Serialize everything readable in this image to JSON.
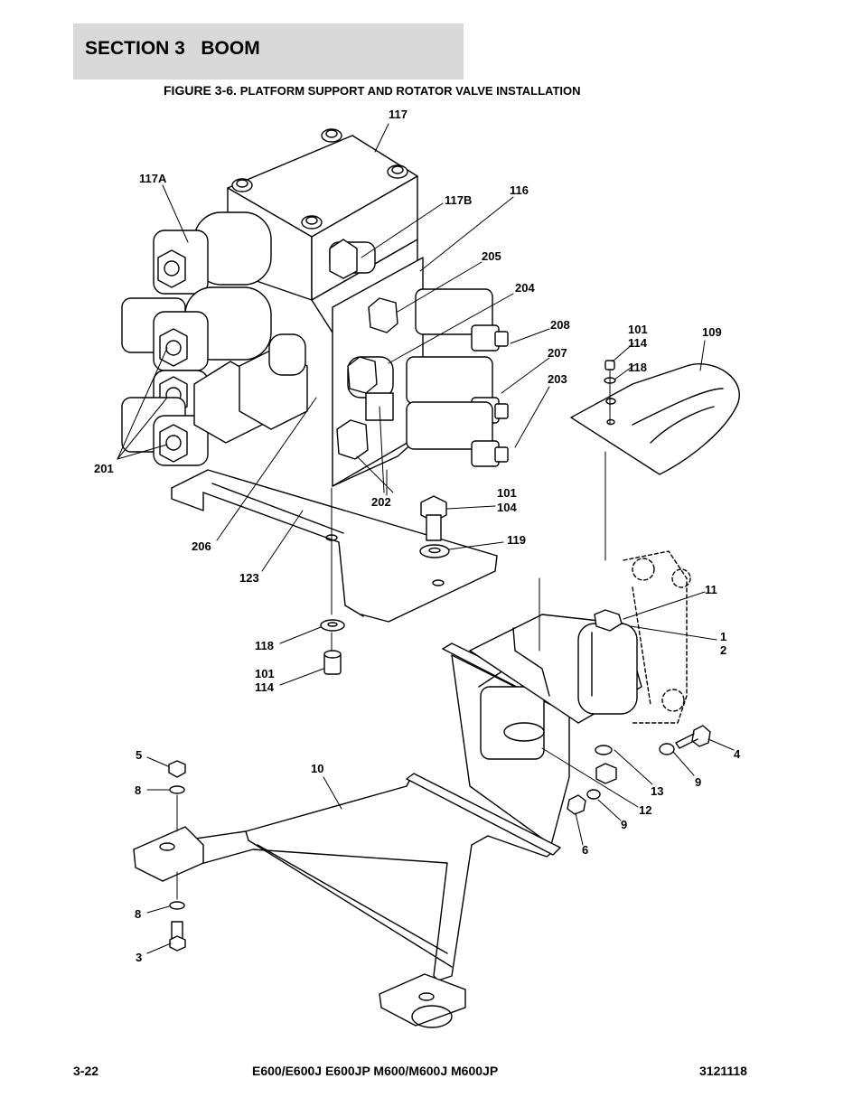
{
  "header": {
    "section": "SECTION 3",
    "title": "BOOM"
  },
  "figure": {
    "number": "FIGURE 3-6.",
    "title": "PLATFORM SUPPORT AND ROTATOR VALVE INSTALLATION"
  },
  "callouts": {
    "c117": "117",
    "c117a": "117A",
    "c117b": "117B",
    "c116": "116",
    "c205": "205",
    "c204": "204",
    "c208": "208",
    "c207": "207",
    "c203": "203",
    "c201": "201",
    "c202": "202",
    "c206": "206",
    "c123": "123",
    "c101a": "101",
    "c114a": "114",
    "c118a": "118",
    "c109": "109",
    "c101b": "101",
    "c104": "104",
    "c119": "119",
    "c11": "11",
    "c1": "1",
    "c2": "2",
    "c118b": "118",
    "c101c": "101",
    "c114c": "114",
    "c4": "4",
    "c5": "5",
    "c8a": "8",
    "c10": "10",
    "c13": "13",
    "c9a": "9",
    "c12": "12",
    "c9b": "9",
    "c6": "6",
    "c8b": "8",
    "c3": "3"
  },
  "footer": {
    "page": "3-22",
    "models": "E600/E600J E600JP M600/M600J M600JP",
    "doc_number": "3121118"
  }
}
